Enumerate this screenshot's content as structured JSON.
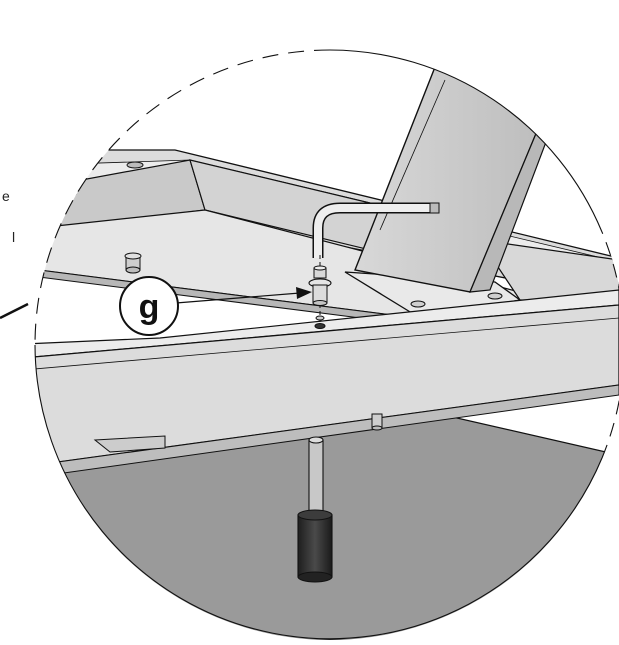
{
  "figure": {
    "callout_letter": "g",
    "cropped_text_fragments": [
      "e",
      "l"
    ]
  },
  "colors": {
    "outline": "#111111",
    "metal_light": "#e3e3e3",
    "metal_mid": "#cfcfcf",
    "metal_shadow": "#a9a9a9",
    "floor": "#9a9a9a",
    "wall": "#ffffff",
    "bolt_dark": "#2b2b2b"
  }
}
